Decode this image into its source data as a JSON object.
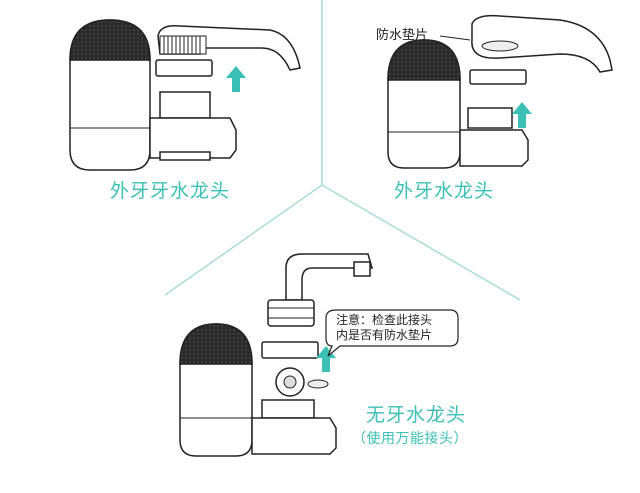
{
  "captions": {
    "external_thread": "外牙牙水龙头",
    "internal_thread": "外牙水龙头",
    "no_thread": "无牙水龙头",
    "no_thread_sub": "（使用万能接头）"
  },
  "labels": {
    "washer": "防水垫片"
  },
  "callout": {
    "line1": "注意：检查此接头",
    "line2": "内是否有防水垫片"
  },
  "colors": {
    "accent": "#3cbfb4",
    "divider": "#a9dcd6",
    "outline": "#222222",
    "dark_cap": "#2a2a2a"
  }
}
